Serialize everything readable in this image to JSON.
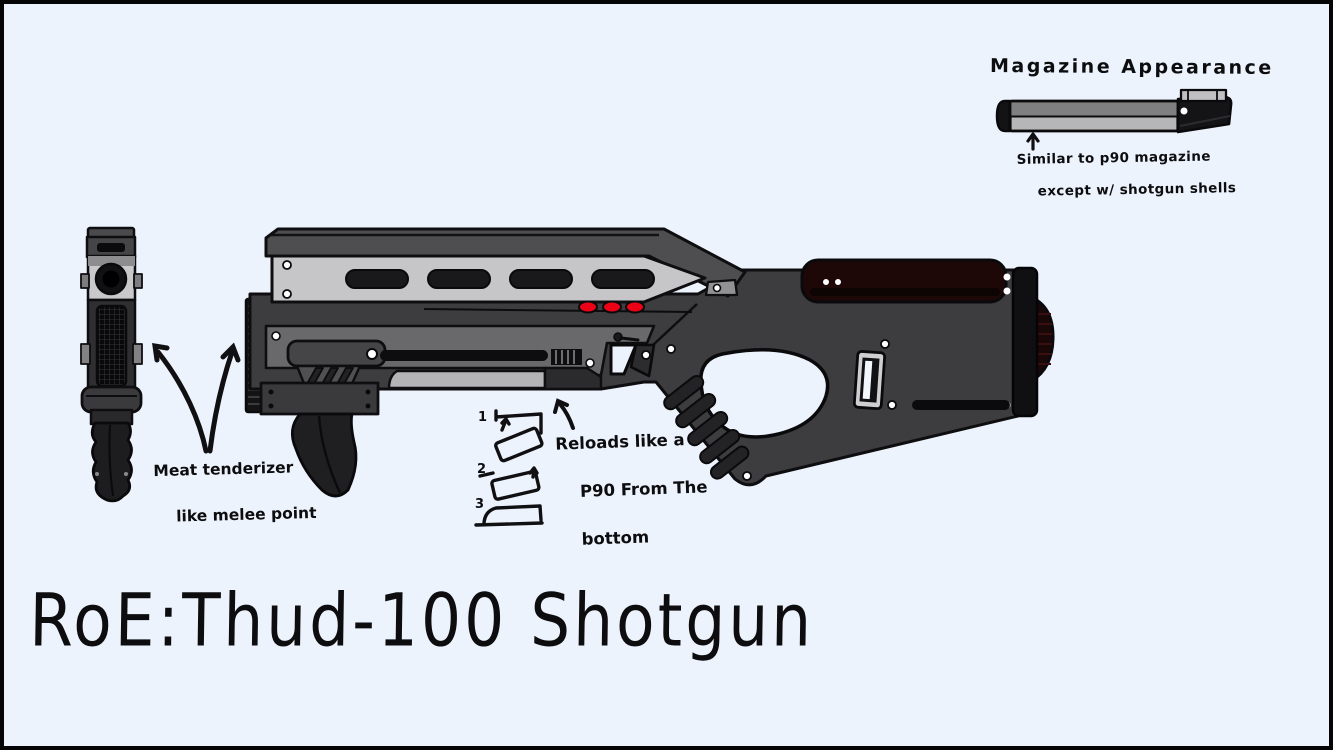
{
  "canvas": {
    "background": "#edf3fc",
    "border_color": "#050505",
    "ink_color": "#0d0d0f"
  },
  "title": {
    "text": "RoE:Thud-100 Shotgun"
  },
  "magazine_panel": {
    "title": "Magazine Appearance",
    "note_line1": "Similar to p90 magazine",
    "note_line2": "except w/ shotgun shells"
  },
  "melee_note": {
    "line1": "Meat tenderizer",
    "line2": "like melee point"
  },
  "reload_note": {
    "line1": "Reloads like a",
    "line2": "P90 From The",
    "line3": "bottom",
    "steps": [
      "1",
      "2",
      "3"
    ]
  },
  "colors": {
    "body_dark": "#3d3d3f",
    "rail_gray": "#4e4e50",
    "silver": "#c6c6c8",
    "panel_gray": "#69696b",
    "mag_strip": "#b4b4b6",
    "led_red": "#ed0016",
    "cheek_maroon": "#1d0707",
    "butt_maroon": "#1a0707",
    "outline_ink": "#0e0e10"
  }
}
